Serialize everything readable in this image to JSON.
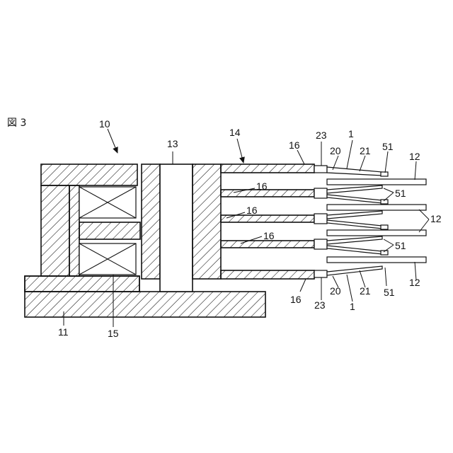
{
  "figure": {
    "title": "図 3"
  },
  "labels": {
    "l10": "10",
    "l11": "11",
    "l13": "13",
    "l14": "14",
    "l15": "15",
    "l16": "16",
    "l1": "1",
    "l12": "12",
    "l20": "20",
    "l21": "21",
    "l23": "23",
    "l51": "51"
  }
}
